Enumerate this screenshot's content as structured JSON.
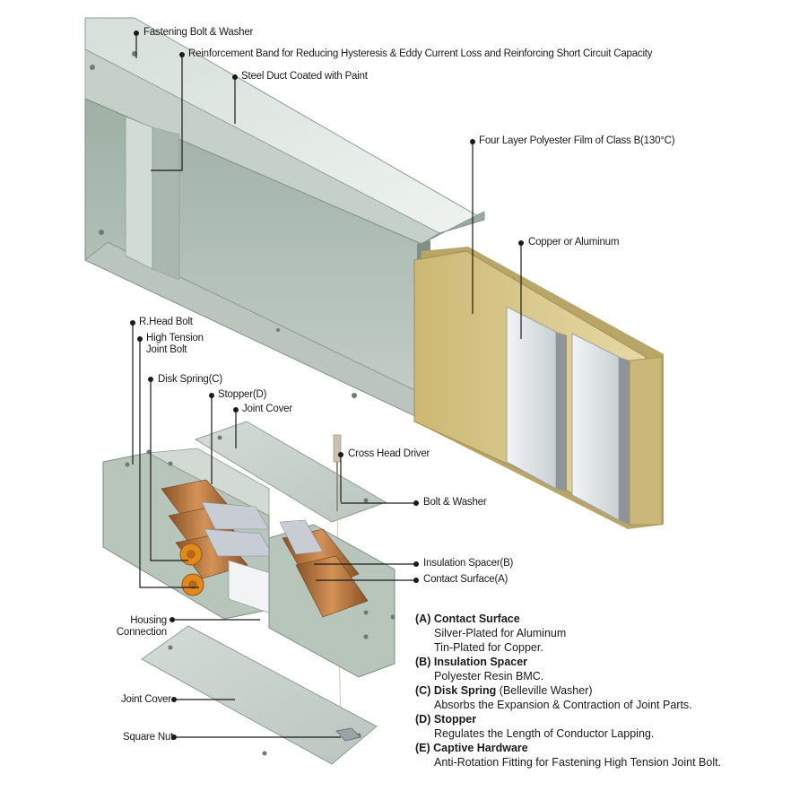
{
  "labels": {
    "fastening_bolt": "Fastening Bolt & Washer",
    "reinforcement_band": "Reinforcement Band for Reducing Hysteresis & Eddy Current Loss and Reinforcing Short Circuit Capacity",
    "steel_duct": "Steel Duct Coated with Paint",
    "polyester_film": "Four Layer Polyester Film of Class B(130°C)",
    "copper_aluminum": "Copper or Aluminum",
    "r_head_bolt": "R.Head Bolt",
    "high_tension_1": "High Tension",
    "high_tension_2": "Joint Bolt",
    "disk_spring": "Disk Spring(C)",
    "stopper": "Stopper(D)",
    "joint_cover_top": "Joint Cover",
    "cross_head_driver": "Cross Head Driver",
    "bolt_washer": "Bolt & Washer",
    "insulation_spacer": "Insulation Spacer(B)",
    "contact_surface": "Contact Surface(A)",
    "housing_1": "Housing",
    "housing_2": "Connection",
    "joint_cover_bottom": "Joint Cover",
    "square_nut": "Square Nut"
  },
  "legend": [
    {
      "key": "(A)",
      "title": "Contact Surface",
      "note": "",
      "desc": [
        "Silver-Plated for Aluminum",
        "Tin-Plated for Copper."
      ]
    },
    {
      "key": "(B)",
      "title": "Insulation Spacer",
      "note": "",
      "desc": [
        "Polyester Resin BMC."
      ]
    },
    {
      "key": "(C)",
      "title": "Disk Spring",
      "note": " (Belleville Washer)",
      "desc": [
        "Absorbs the Expansion & Contraction of Joint Parts."
      ]
    },
    {
      "key": "(D)",
      "title": "Stopper",
      "note": "",
      "desc": [
        "Regulates the Length of Conductor Lapping."
      ]
    },
    {
      "key": "(E)",
      "title": "Captive Hardware",
      "note": "",
      "desc": [
        "Anti-Rotation Fitting for Fastening High Tension Joint Bolt."
      ]
    }
  ],
  "colors": {
    "duct_top": "#e4ebe6",
    "duct_side": "#aebcb3",
    "duct_dark": "#8c9c92",
    "film": "#d8c98e",
    "conductor": "#dfe4e6",
    "copper": "#b8743c",
    "spring": "#e08a1e",
    "leader": "#1a1a1a"
  }
}
